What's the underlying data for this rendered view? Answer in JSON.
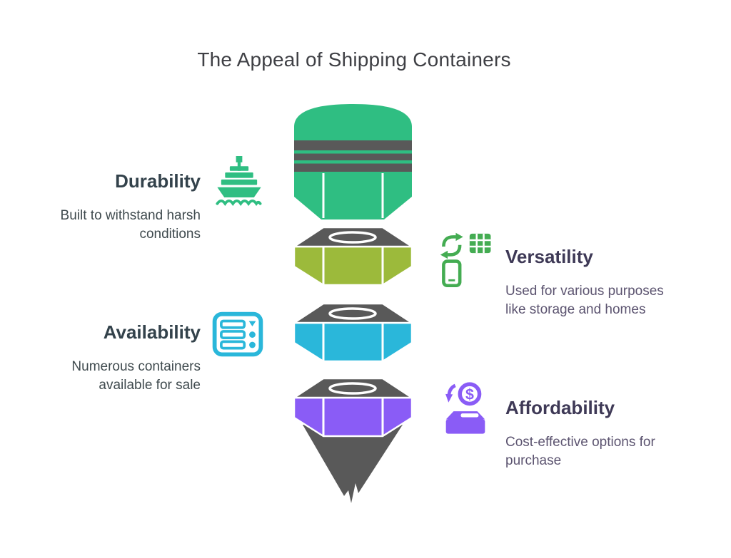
{
  "title": "The Appeal of Shipping Containers",
  "colors": {
    "emerald": "#2FBE82",
    "olive": "#9CBA3B",
    "cyan": "#2AB7DA",
    "purple": "#8A5CF6",
    "leaf_green": "#44AC52",
    "dark_gray": "#595959",
    "white": "#FFFFFF",
    "title_text": "#3F4045",
    "heading_left": "#33424B",
    "heading_right": "#3E3956",
    "desc_left": "#3F4A4E",
    "desc_right": "#5C5470"
  },
  "funnel_segments": [
    {
      "label": "top-drum",
      "color": "#2FBE82"
    },
    {
      "label": "hex-olive",
      "color": "#9CBA3B"
    },
    {
      "label": "hex-cyan",
      "color": "#2AB7DA"
    },
    {
      "label": "hex-purple",
      "color": "#8A5CF6"
    }
  ],
  "items": [
    {
      "label": "Durability",
      "desc_lines": [
        "Built to withstand harsh",
        "conditions"
      ],
      "icon": "cargo-ship-icon"
    },
    {
      "label": "Versatility",
      "desc_lines": [
        "Used for various purposes",
        "like storage and homes"
      ],
      "icon": "device-sync-icon"
    },
    {
      "label": "Availability",
      "desc_lines": [
        "Numerous containers",
        "available for sale"
      ],
      "icon": "server-stack-icon"
    },
    {
      "label": "Affordability",
      "desc_lines": [
        "Cost-effective options for",
        "purchase"
      ],
      "icon": "coin-donation-icon",
      "symbol": "$"
    }
  ]
}
